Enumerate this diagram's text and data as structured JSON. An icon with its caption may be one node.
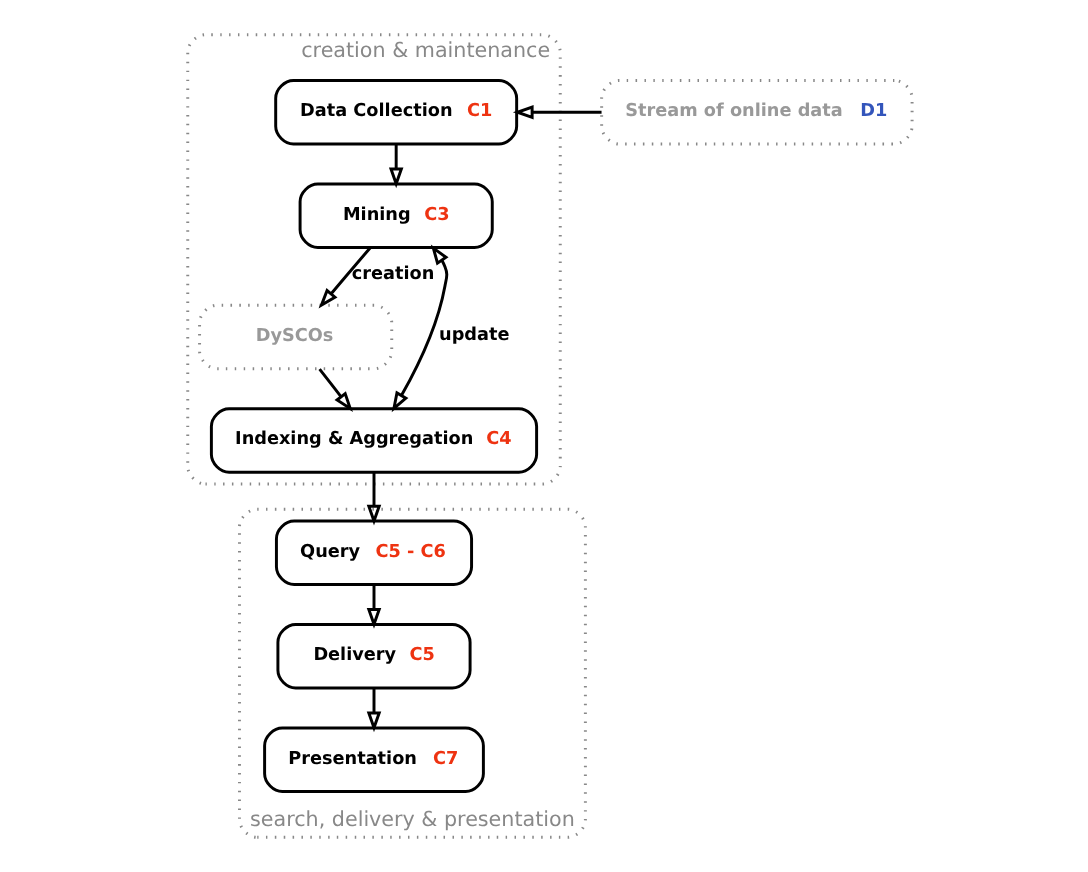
{
  "diagram": {
    "nodes": [
      {
        "text": [
          "creation & maintenance"
        ]
      },
      {
        "text": [
          "Stream of online data",
          "D1"
        ]
      },
      {
        "text": [
          "Data Collection",
          "C1"
        ],
        "in": 0
      },
      {
        "text": [
          "Mining",
          "C3"
        ],
        "in": 0
      },
      {
        "text": [
          "DySCOs"
        ],
        "in": 0
      },
      {
        "text": [
          "Indexing & Aggregation",
          "C4"
        ],
        "in": 0
      },
      {
        "text": [
          "search, delivery & presentation"
        ]
      },
      {
        "text": [
          "Query",
          "C5 - C6"
        ],
        "in": 6
      },
      {
        "text": [
          "Delivery",
          "C5"
        ],
        "in": 6
      },
      {
        "text": [
          "Presentation",
          "C7"
        ],
        "in": 6
      }
    ],
    "edges": [
      {
        "from": 1,
        "to": 2,
        "arrow": "to"
      },
      {
        "from": 2,
        "to": 3,
        "arrow": "to"
      },
      {
        "from": 3,
        "to": 4,
        "arrow": "to",
        "label": "creation"
      },
      {
        "from": 4,
        "to": 5,
        "arrow": "to"
      },
      {
        "from": 5,
        "to": 3,
        "arrow": "both",
        "label": "update"
      },
      {
        "from": 5,
        "to": 7,
        "arrow": "to"
      },
      {
        "from": 7,
        "to": 8,
        "arrow": "to"
      },
      {
        "from": 8,
        "to": 9,
        "arrow": "to"
      }
    ]
  }
}
